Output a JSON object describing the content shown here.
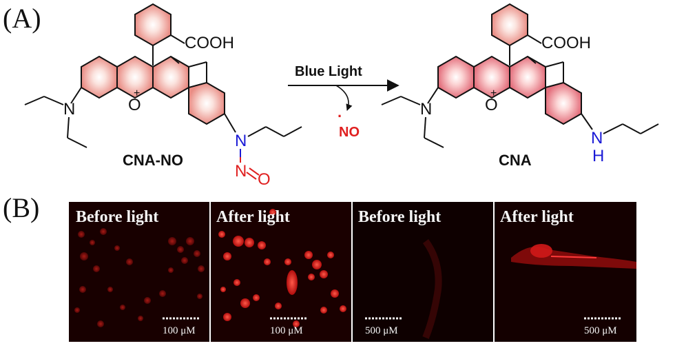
{
  "panel_a": {
    "letter": "(A)",
    "reactant": {
      "name": "CNA-NO",
      "cooh": "COOH",
      "n_amine": "N",
      "o_plus": "O",
      "plus": "+",
      "n_nitroso": "N",
      "o_nitroso": "O"
    },
    "arrow": {
      "label": "Blue Light",
      "byproduct_n": "NO",
      "byproduct_dot": "·"
    },
    "product": {
      "name": "CNA",
      "cooh": "COOH",
      "n_amine": "N",
      "o_plus": "O",
      "plus": "+",
      "nh_n": "N",
      "nh_h": "H"
    },
    "colors": {
      "ring_fill": "#f3b9ae",
      "ring_glow": "#ffffff",
      "nitrogen": "#1a1ad6",
      "nitroso": "#e02020"
    }
  },
  "panel_b": {
    "letter": "(B)",
    "images": [
      {
        "label": "Before light",
        "scale": "100 μM"
      },
      {
        "label": "After light",
        "scale": "100 μM"
      },
      {
        "label": "Before light",
        "scale": "500 μM"
      },
      {
        "label": "After light",
        "scale": "500 μM"
      }
    ],
    "colors": {
      "background": "#1c0000",
      "signal_dim": "#8a0b0b",
      "signal_bright": "#ff2a2a"
    }
  }
}
